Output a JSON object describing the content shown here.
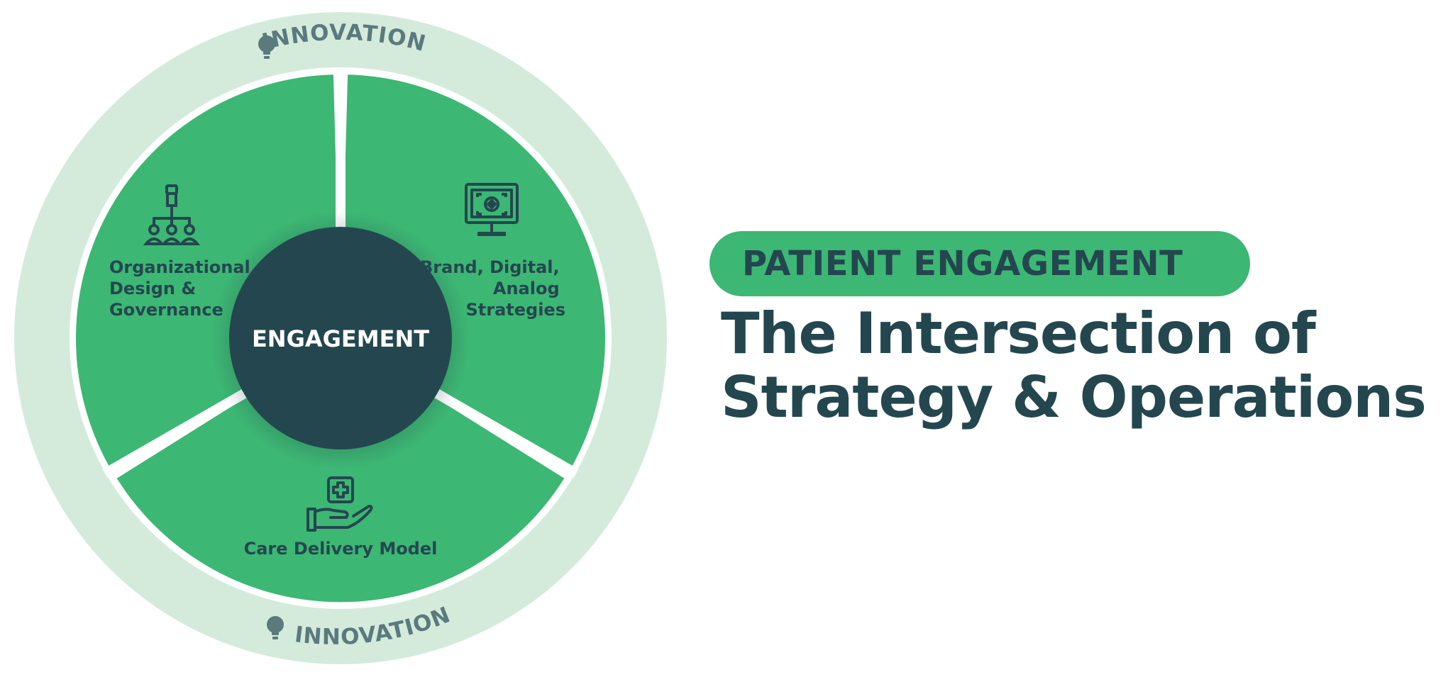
{
  "diagram": {
    "ring_top_label": "INNOVATION",
    "ring_bottom_label": "INNOVATION",
    "center_label": "ENGAGEMENT",
    "segments": [
      {
        "lines": [
          "Organizational",
          "Design &",
          "Governance"
        ],
        "icon": "org-chart-icon"
      },
      {
        "lines": [
          "Brand, Digital,",
          "Analog",
          "Strategies"
        ],
        "icon": "monitor-target-icon"
      },
      {
        "lines": [
          "Care Delivery Model"
        ],
        "icon": "hand-medical-icon"
      }
    ],
    "colors": {
      "outer_ring": "#d4ebdc",
      "segment": "#3db774",
      "center": "#24474f",
      "ring_text": "#5a7a7d",
      "dark_text": "#24474f"
    }
  },
  "header": {
    "badge": "PATIENT ENGAGEMENT",
    "title_line1": "The Intersection of",
    "title_line2": "Strategy & Operations"
  }
}
